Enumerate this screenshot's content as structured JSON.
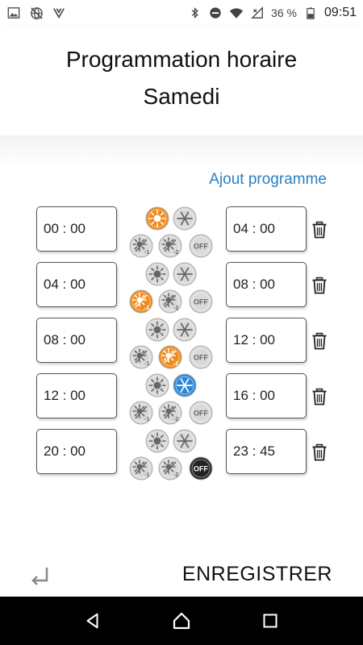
{
  "status": {
    "battery": "36 %",
    "time": "09:51"
  },
  "header": {
    "title_line1": "Programmation horaire",
    "title_line2": "Samedi"
  },
  "add_program": "Ajout programme",
  "colors": {
    "active_warm": "#f08a1a",
    "active_cold": "#2a86d8",
    "active_off": "#222222",
    "inactive": "#d9d9d9",
    "link": "#2a7fc0"
  },
  "mode_labels": {
    "off": "OFF",
    "minus1": "-1",
    "minus2": "-2"
  },
  "rows": [
    {
      "start": "00 : 00",
      "end": "04 : 00",
      "active": "sun"
    },
    {
      "start": "04 : 00",
      "end": "08 : 00",
      "active": "minus1"
    },
    {
      "start": "08 : 00",
      "end": "12 : 00",
      "active": "minus2"
    },
    {
      "start": "12 : 00",
      "end": "16 : 00",
      "active": "snow"
    },
    {
      "start": "20 : 00",
      "end": "23 : 45",
      "active": "off"
    }
  ],
  "footer": {
    "save_label": "ENREGISTRER"
  }
}
